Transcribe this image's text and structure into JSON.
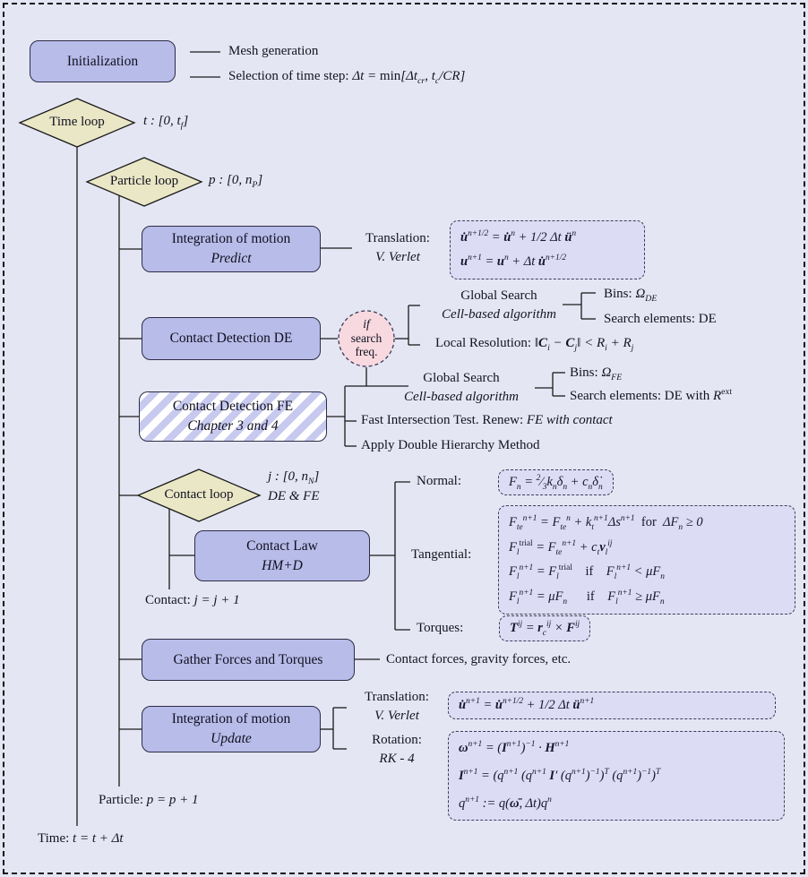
{
  "colors": {
    "background": "#e5e6f4",
    "node_fill": "#b8bce9",
    "node_border": "#2c2c45",
    "diamond_fill": "#eae7c6",
    "circle_fill": "#f8d9e0",
    "formula_fill": "#dcddf5",
    "hatch_stripe": "#c7c9ee",
    "line": "#1a1a1a"
  },
  "nodes": {
    "initialization": {
      "label": "Initialization"
    },
    "time_loop": {
      "label": "Time loop",
      "range": "t : [0, t_{f}]"
    },
    "particle_loop": {
      "label": "Particle loop",
      "range": "p : [0, n_{P}]"
    },
    "predict": {
      "title": "Integration of motion",
      "subtitle": "Predict"
    },
    "contact_de": {
      "label": "Contact Detection DE"
    },
    "if_search": {
      "line1": "if",
      "line2": "search",
      "line3": "freq."
    },
    "contact_fe": {
      "title": "Contact Detection FE",
      "subtitle": "Chapter 3 and 4"
    },
    "contact_loop": {
      "label": "Contact loop",
      "range": "j : [0, n_{N}]",
      "scope": "DE & FE"
    },
    "contact_law": {
      "title": "Contact Law",
      "subtitle": "HM+D"
    },
    "gather": {
      "label": "Gather Forces and Torques"
    },
    "update": {
      "title": "Integration of motion",
      "subtitle": "Update"
    }
  },
  "annotations": {
    "mesh": "Mesh generation",
    "timestep_label": "Selection of time step:",
    "timestep_math": "Δt = ~min~[Δt_{cr}, t_{c}/CR]",
    "translation_label": "Translation:",
    "verlet": "V. Verlet",
    "global_search": "Global Search",
    "cell_based": "Cell-based algorithm",
    "bins_label": "Bins:",
    "bins_de_math": "Ω_{DE}",
    "search_elements_de": "Search elements: DE",
    "local_resolution_label": "Local Resolution:",
    "local_resolution_math": "‖*C*_{i} − *C*_{j}‖ < R_{i} + R_{j}",
    "bins_fe_math": "Ω_{FE}",
    "search_elements_fe_label": "Search elements: DE with",
    "search_elements_fe_math": "R^{~ext~}",
    "fast_intersection_label": "Fast Intersection Test. Renew:",
    "fast_intersection_math": "FE with contact",
    "apply_dh": "Apply Double Hierarchy Method",
    "normal_label": "Normal:",
    "tangential_label": "Tangential:",
    "torques_label": "Torques:",
    "contact_inc_label": "Contact:",
    "contact_inc_math": "j = j + 1",
    "gather_note": "Contact forces, gravity forces, etc.",
    "rotation_label": "Rotation:",
    "rk4": "RK - 4",
    "particle_inc_label": "Particle:",
    "particle_inc_math": "p = p + 1",
    "time_inc_label": "Time:",
    "time_inc_math": "t = t + Δt"
  },
  "formulas": {
    "predict_1": "*u̇*^{n+1/2} = *u̇*^{n} + 1/2 Δt *ü*^{n}",
    "predict_2": "*u*^{n+1} = *u*^{n} + Δt *u̇*^{n+1/2}",
    "normal": "F_{n} = ^{2}⁄_{3}k_{n}δ_{n} + c_{n}δ̇_{n}",
    "tangential_1": "F_{te}^{n+1} = F_{te}^{n} + k_{t}^{n+1}Δs^{n+1} ~for~ ΔF_{n} ≥ 0",
    "tangential_2": "F_{l}^{~trial~} = F_{te}^{n+1} + c_{t}*v*_{l}^{ij}",
    "tangential_3": "F_{l}^{n+1} = F_{l}^{~trial~} ~if~ F_{l}^{n+1} < μF_{n}",
    "tangential_4": "F_{l}^{n+1} = μF_{n}  ~if~ F_{l}^{n+1} ≥ μF_{n}",
    "torques": "*T*^{ij} = *r*_{c}^{ij} × *F*^{ij}",
    "update_translation": "*u̇*^{n+1} = *u̇*^{n+1/2} + 1/2 Δt *ü*^{n+1}",
    "rotation_1": "*ω*^{n+1} = (*I*^{n+1})^{−1} · *H*^{n+1}",
    "rotation_2": "*I*^{n+1} = (q^{n+1} (q^{n+1} *I*′ (q^{n+1})^{−1})^{T} (q^{n+1})^{−1})^{T}",
    "rotation_3": "q^{n+1} := q(*ω̄*, Δt)q^{n}"
  }
}
